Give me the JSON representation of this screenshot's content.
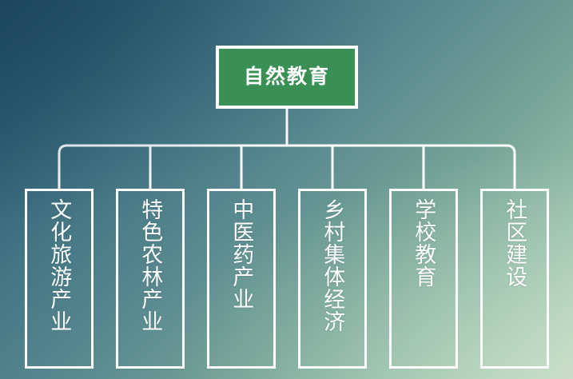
{
  "diagram": {
    "type": "org-chart",
    "title_node": {
      "label": "自然教育",
      "fill_color": "#3a9054",
      "border_color": "#ffffff",
      "text_color": "#ffffff"
    },
    "children": [
      {
        "label": "文化旅游产业"
      },
      {
        "label": "特色农林产业"
      },
      {
        "label": "中医药产业"
      },
      {
        "label": "乡村集体经济"
      },
      {
        "label": "学校教育"
      },
      {
        "label": "社区建设"
      }
    ],
    "colors": {
      "background_top_left": "#1f4f68",
      "background_bottom_right": "#c6dbc6",
      "accent_green": "#3a9054",
      "line_color": "#ffffff"
    }
  }
}
